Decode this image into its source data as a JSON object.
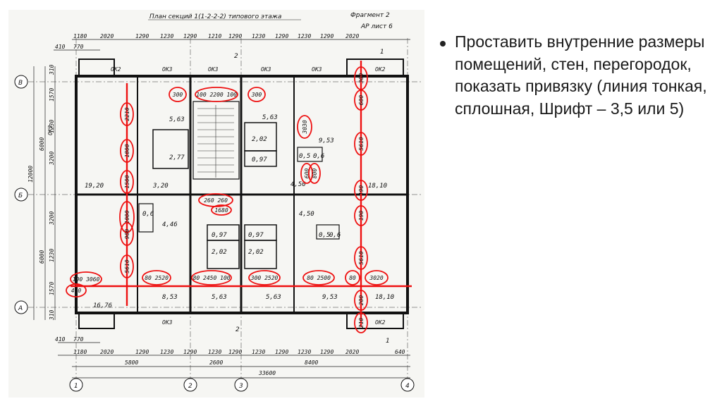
{
  "slide": {
    "bullet_text": "Проставить внутренние размеры помещений, стен, перегородок, показать привязку (линия тонкая, сплошная, Шрифт – 3,5 или 5)"
  },
  "drawing": {
    "title": "План секций 1(1-2-2-2) типового этажа",
    "fragment": "Фрагмент 2",
    "sheet": "АР лист 6",
    "dims_top_row1": [
      "1180",
      "2020",
      "1290",
      "1230",
      "1290",
      "1210",
      "1290",
      "1230",
      "1290",
      "1230",
      "1290",
      "2020"
    ],
    "dims_top_row2": [
      "410",
      "770"
    ],
    "dims_bottom_row1": [
      "1180",
      "2020",
      "1290",
      "1230",
      "1290",
      "1230",
      "1290",
      "1230",
      "1290",
      "1230",
      "1290",
      "2020",
      "640"
    ],
    "dims_bottom_row2": [
      "410",
      "770"
    ],
    "dims_bottom_sections": [
      "5800",
      "2600",
      "8400"
    ],
    "dims_total": "33600",
    "dims_left": [
      "310",
      "1570",
      "1230",
      "3200",
      "3200",
      "1230",
      "1570",
      "310"
    ],
    "dims_left_big": [
      "6000",
      "12000",
      "6000"
    ],
    "axes_rows": [
      "В",
      "Б",
      "А"
    ],
    "axes_cols": [
      "1",
      "2",
      "3",
      "4"
    ],
    "section_marks": [
      "2",
      "1"
    ],
    "windows": [
      "ОК2",
      "ОК3",
      "ОК3",
      "ОК3",
      "ОК3",
      "ОК2",
      "ОК3",
      "ОК2"
    ],
    "window_side": "ОК3",
    "rooms": [
      "5,63",
      "2,77",
      "3,20",
      "19,20",
      "5,63",
      "2,02",
      "0,97",
      "9,53",
      "0,5",
      "0,6",
      "4,50",
      "18,10",
      "0,6",
      "4,46",
      "0,97",
      "2,02",
      "0,97",
      "2,02",
      "4,50",
      "0,5",
      "0,6",
      "16,76",
      "8,53",
      "5,63",
      "5,63",
      "9,53",
      "18,10"
    ],
    "circled_dims": [
      "300",
      "100 2200 100",
      "300",
      "2210",
      "1800",
      "1500",
      "1000",
      "900",
      "5610",
      "100 3060",
      "410",
      "80 2520",
      "80 2450 100",
      "300 2520",
      "80 2500",
      "80",
      "3020",
      "3030",
      "600",
      "800",
      "5610",
      "190",
      "190",
      "5610",
      "300",
      "600",
      "260 260",
      "1680",
      "200",
      "210"
    ]
  }
}
